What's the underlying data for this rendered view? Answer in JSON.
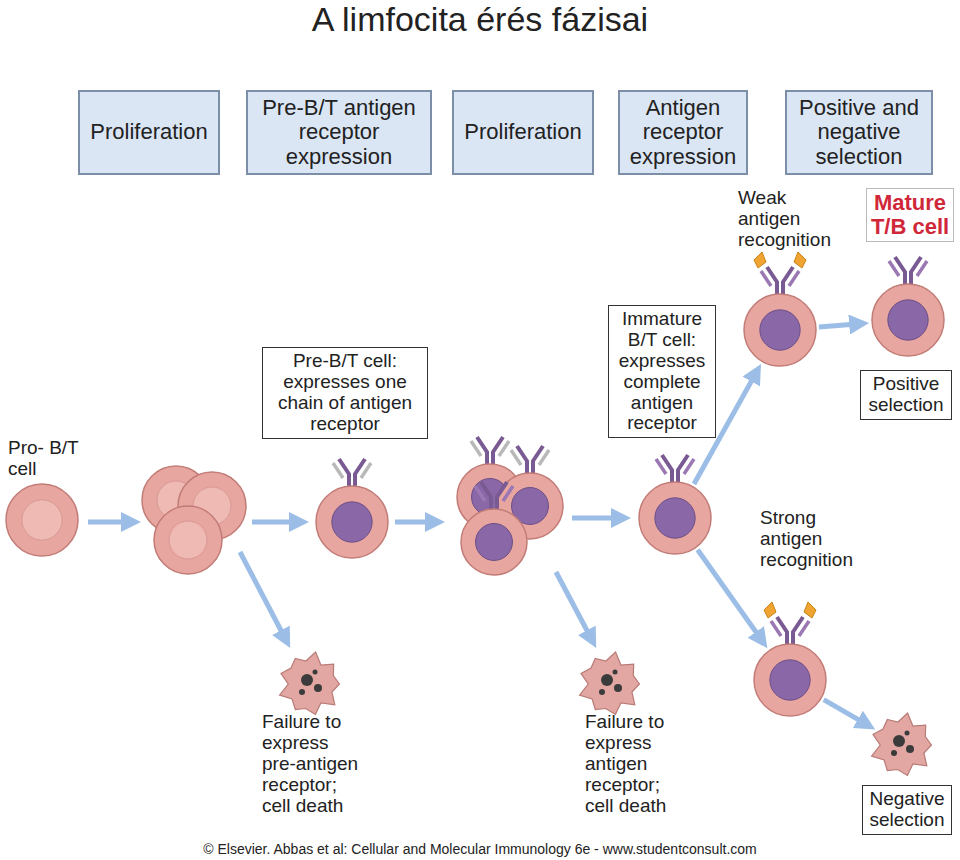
{
  "diagram": {
    "title": "A limfocita érés fázisai",
    "caption": "© Elsevier. Abbas et al: Cellular and Molecular Immunology 6e - www.studentconsult.com",
    "nodes": [
      {
        "text": [
          "Proliferation"
        ]
      },
      {
        "text": [
          "Pre-B/T antigen receptor expression"
        ]
      },
      {
        "text": [
          "Proliferation"
        ]
      },
      {
        "text": [
          "Antigen receptor expression"
        ]
      },
      {
        "text": [
          "Positive and negative selection"
        ]
      },
      {
        "text": [
          "Pro- B/T cell"
        ]
      },
      {
        "text": [
          "Pre-B/T cell: expresses one chain of antigen receptor"
        ]
      },
      {
        "text": [
          "Failure to express pre-antigen receptor; cell death"
        ]
      },
      {
        "text": [
          "Failure to express antigen receptor; cell death"
        ]
      },
      {
        "text": [
          "Immature B/T cell: expresses complete antigen receptor"
        ]
      },
      {
        "text": [
          "Weak antigen recognition"
        ]
      },
      {
        "text": [
          "Mature T/B cell"
        ]
      },
      {
        "text": [
          "Positive selection"
        ]
      },
      {
        "text": [
          "Strong antigen recognition"
        ]
      },
      {
        "text": [
          "Negative selection"
        ]
      }
    ],
    "edges": [
      {
        "from": 9,
        "to": 10,
        "arrow": "to"
      },
      {
        "from": 10,
        "to": 11,
        "arrow": "to"
      },
      {
        "from": 9,
        "to": 13,
        "arrow": "to"
      },
      {
        "from": 13,
        "to": 14,
        "arrow": "to"
      }
    ]
  }
}
